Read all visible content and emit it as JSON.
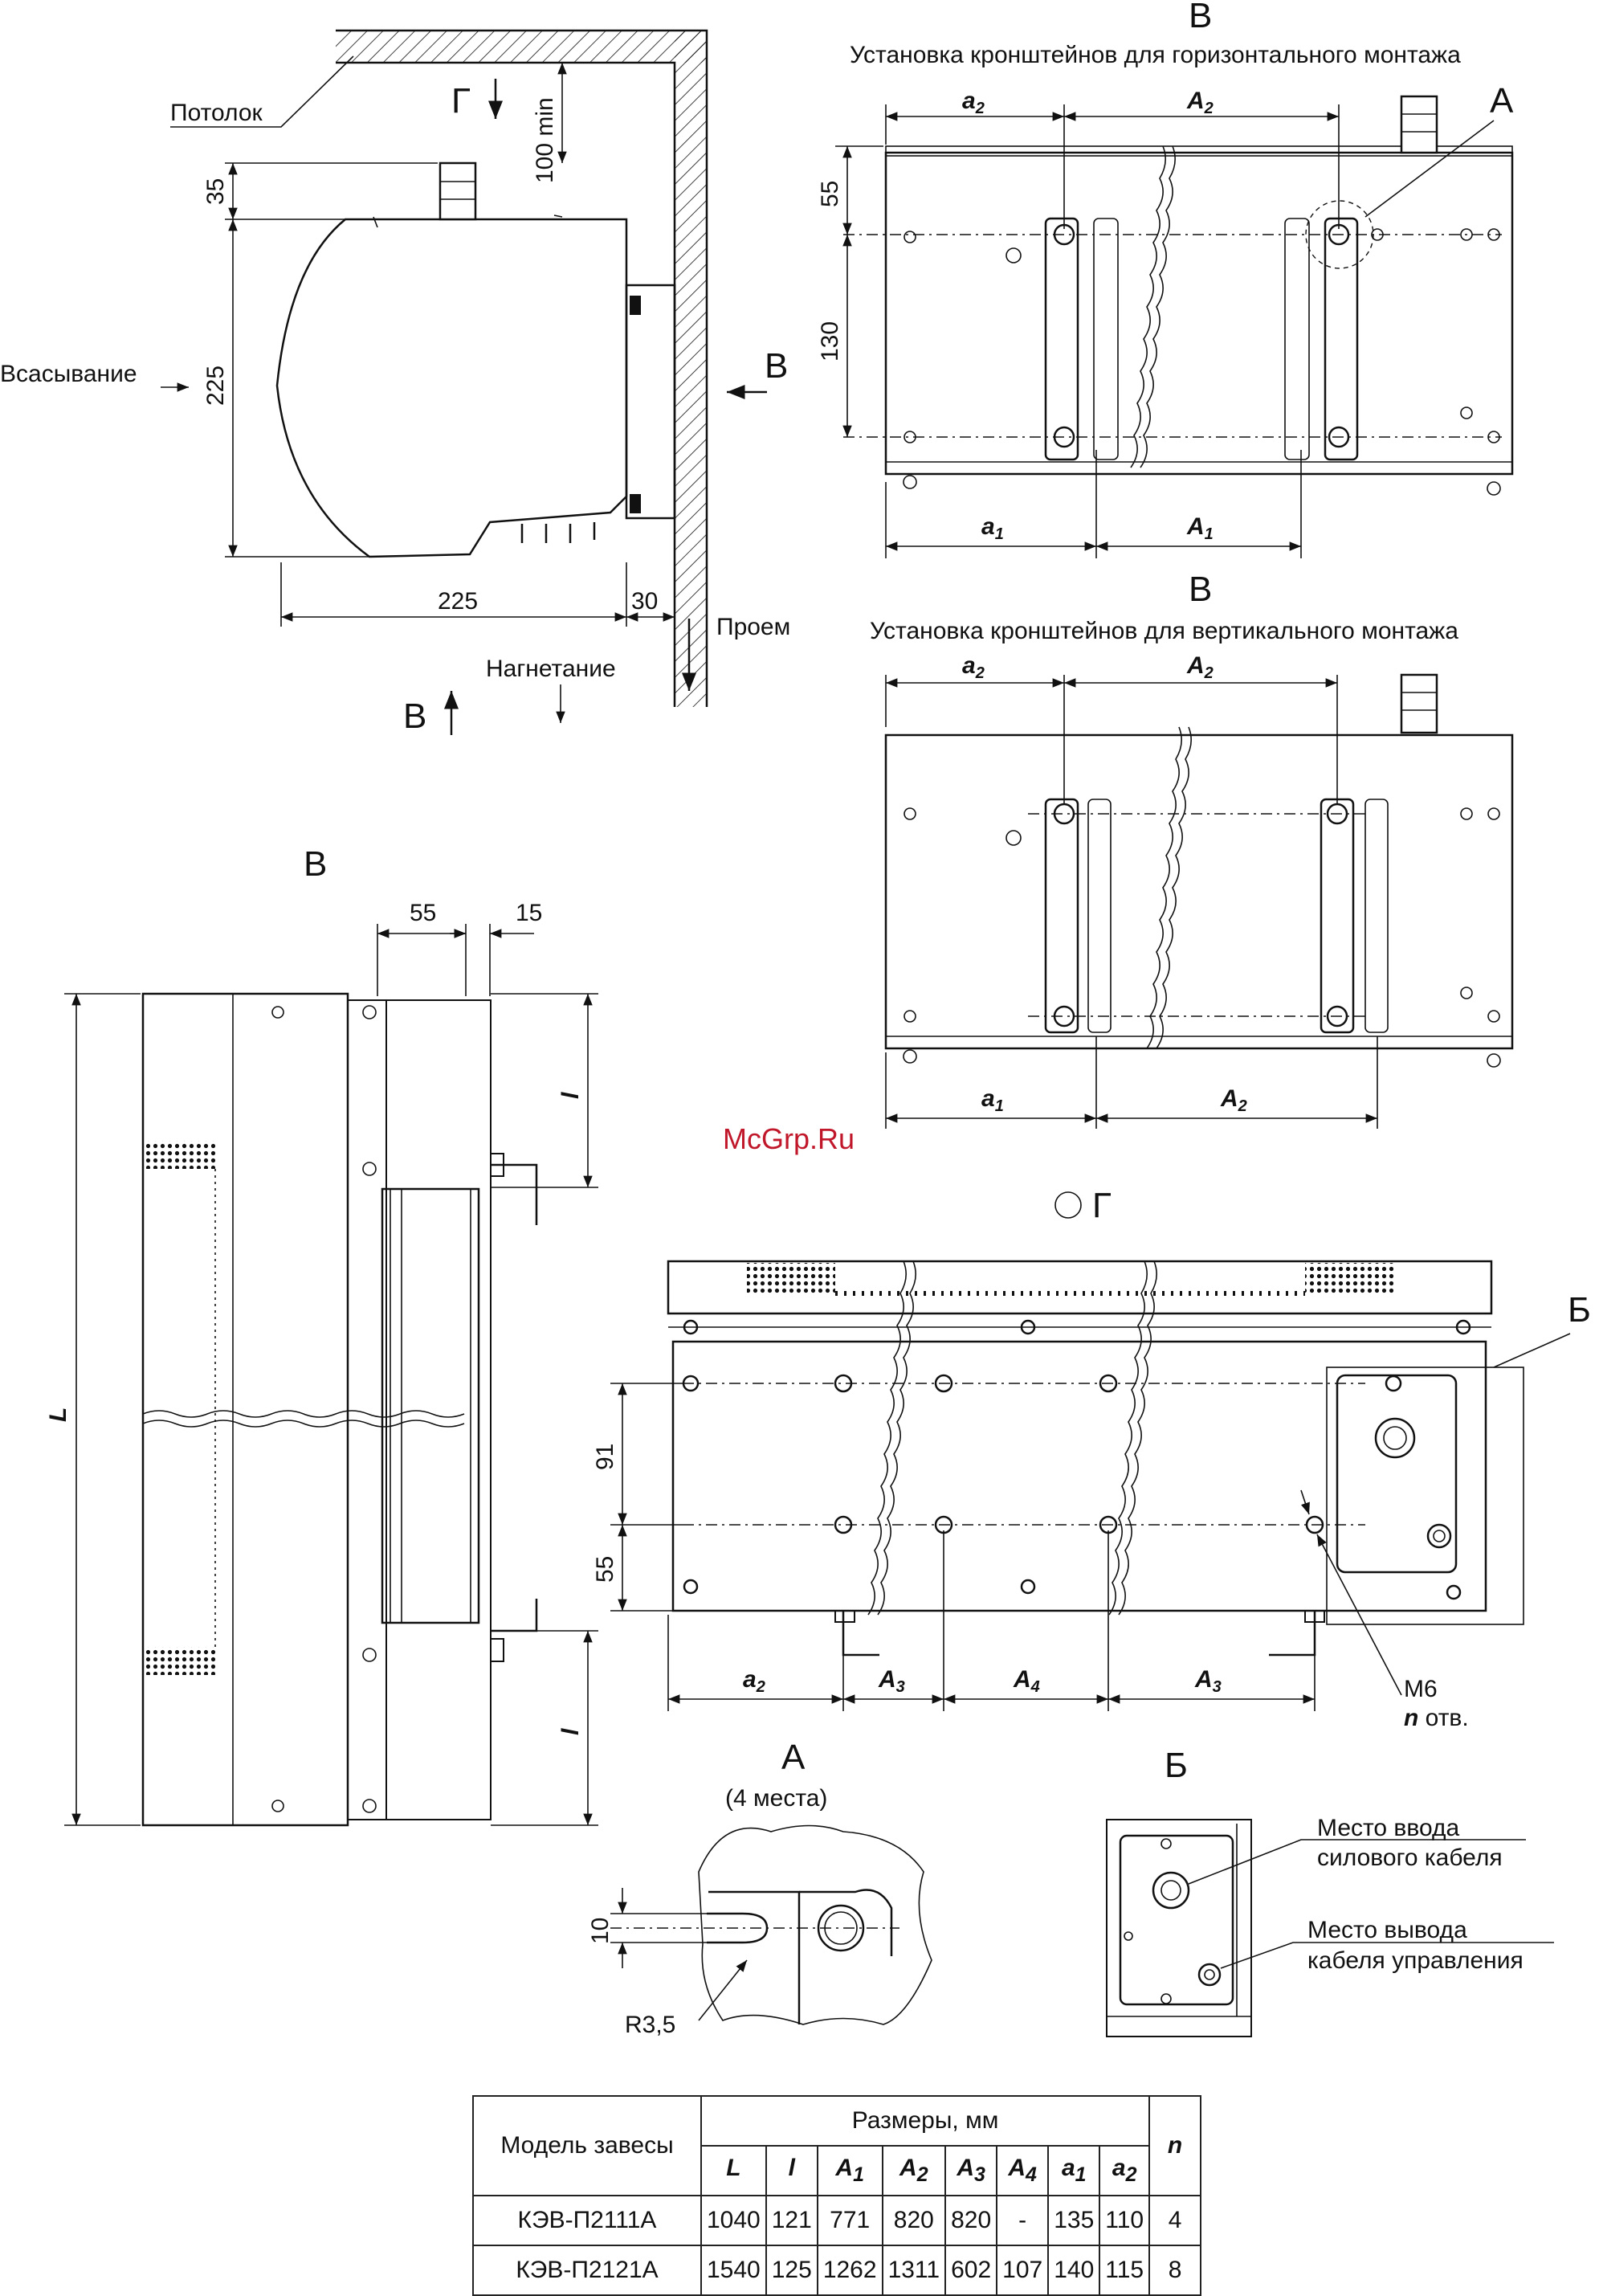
{
  "watermark": "McGrp.Ru",
  "side_view": {
    "ceiling": "Потолок",
    "suction": "Всасывание",
    "discharge": "Нагнетание",
    "opening": "Проем",
    "dim_top": "35",
    "dim_height": "225",
    "dim_width": "225",
    "dim_gap": "30",
    "dim_clearance": "100 min",
    "arrow_g": "Г",
    "arrow_v_right": "В",
    "arrow_v_bottom": "В"
  },
  "horizontal_view": {
    "letter": "В",
    "title": "Установка кронштейнов для горизонтального монтажа",
    "callout": "А",
    "dim_a2": "a",
    "dim_a2_sub": "2",
    "dim_A2": "A",
    "dim_A2_sub": "2",
    "dim_a1": "a",
    "dim_a1_sub": "1",
    "dim_A1": "A",
    "dim_A1_sub": "1",
    "dim_55": "55",
    "dim_130": "130"
  },
  "vertical_view": {
    "letter": "В",
    "title": "Установка кронштейнов для вертикального монтажа",
    "dim_a2": "a",
    "dim_a2_sub": "2",
    "dim_A2_top": "A",
    "dim_A2_top_sub": "2",
    "dim_a1": "a",
    "dim_a1_sub": "1",
    "dim_A2_bottom": "A",
    "dim_A2_bottom_sub": "2"
  },
  "front_view": {
    "letter": "В",
    "dim_55": "55",
    "dim_15": "15",
    "dim_L": "L",
    "dim_l_top": "l",
    "dim_l_bottom": "l"
  },
  "bottom_view": {
    "letter": "Г",
    "callout": "Б",
    "dim_91": "91",
    "dim_55": "55",
    "dim_a2": "a",
    "dim_a2_sub": "2",
    "dim_A3_left": "A",
    "dim_A3_left_sub": "3",
    "dim_A4": "A",
    "dim_A4_sub": "4",
    "dim_A3_right": "A",
    "dim_A3_right_sub": "3",
    "hole_label": "М6",
    "hole_count_n": "n",
    "hole_count_text": " отв."
  },
  "detail_a": {
    "letter": "А",
    "subtitle": "(4 места)",
    "dim_10": "10",
    "radius": "R3,5"
  },
  "detail_b": {
    "letter": "Б",
    "power_entry_1": "Место ввода",
    "power_entry_2": "силового кабеля",
    "control_exit_1": "Место вывода",
    "control_exit_2": "кабеля управления"
  },
  "table": {
    "model_header": "Модель завесы",
    "sizes_header": "Размеры, мм",
    "n_header": "n",
    "columns": [
      {
        "t": "L",
        "s": ""
      },
      {
        "t": "l",
        "s": ""
      },
      {
        "t": "A",
        "s": "1"
      },
      {
        "t": "A",
        "s": "2"
      },
      {
        "t": "A",
        "s": "3"
      },
      {
        "t": "A",
        "s": "4"
      },
      {
        "t": "a",
        "s": "1"
      },
      {
        "t": "a",
        "s": "2"
      }
    ],
    "rows": [
      {
        "model": "КЭВ-П2111А",
        "vals": [
          "1040",
          "121",
          "771",
          "820",
          "820",
          "-",
          "135",
          "110"
        ],
        "n": "4"
      },
      {
        "model": "КЭВ-П2121А",
        "vals": [
          "1540",
          "125",
          "1262",
          "1311",
          "602",
          "107",
          "140",
          "115"
        ],
        "n": "8"
      }
    ]
  }
}
